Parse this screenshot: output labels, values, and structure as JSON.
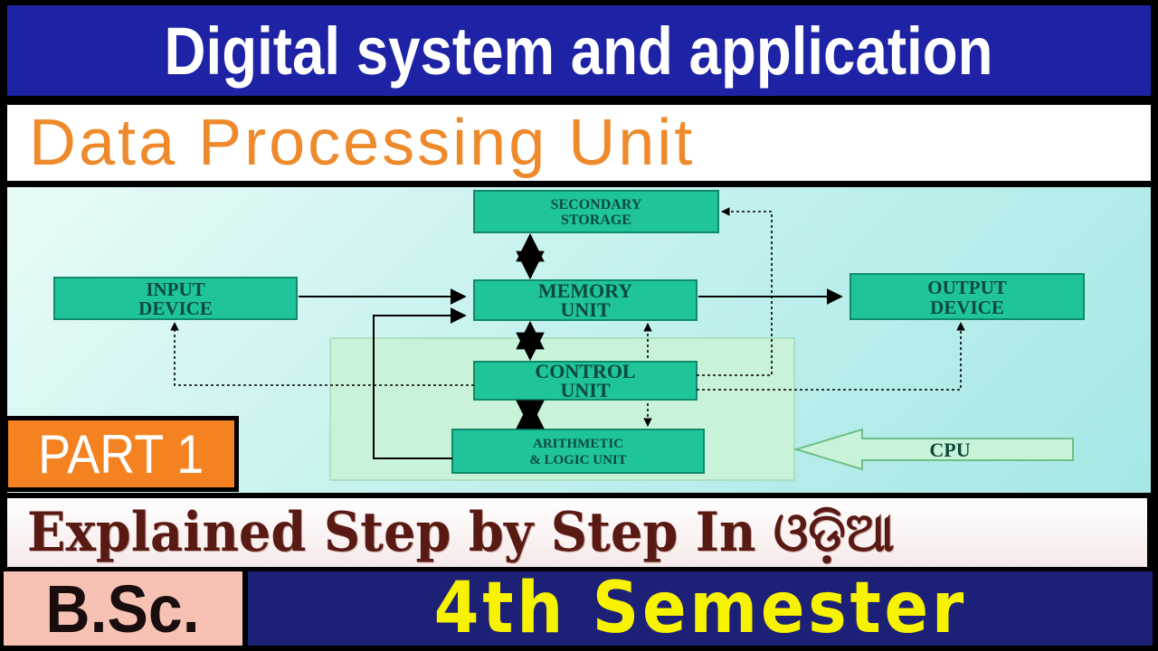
{
  "title": "Digital system and application",
  "subtitle": "Data Processing Unit",
  "diagram": {
    "boxes": {
      "secondary_storage": [
        "SECONDARY",
        "STORAGE"
      ],
      "input_device": [
        "INPUT",
        "DEVICE"
      ],
      "memory_unit": [
        "MEMORY",
        "UNIT"
      ],
      "output_device": [
        "OUTPUT",
        "DEVICE"
      ],
      "control_unit": [
        "CONTROL",
        "UNIT"
      ],
      "alu": [
        "ARITHMETIC",
        "& LOGIC UNIT"
      ],
      "cpu": "CPU"
    }
  },
  "badge": "PART 1",
  "explained": "Explained Step by Step In ଓଡ଼ିଆ",
  "bsc": "B.Sc.",
  "semester": "4th  Semester",
  "colors": {
    "title_bg": "#1e23a6",
    "subtitle_text": "#ee8a2c",
    "box_fill": "#20c49a",
    "cpu_region": "#c9f3d8",
    "badge_bg": "#f58220",
    "semester_text": "#f6f200",
    "semester_bg": "#1d2077",
    "bsc_bg": "#f7c2b4"
  }
}
